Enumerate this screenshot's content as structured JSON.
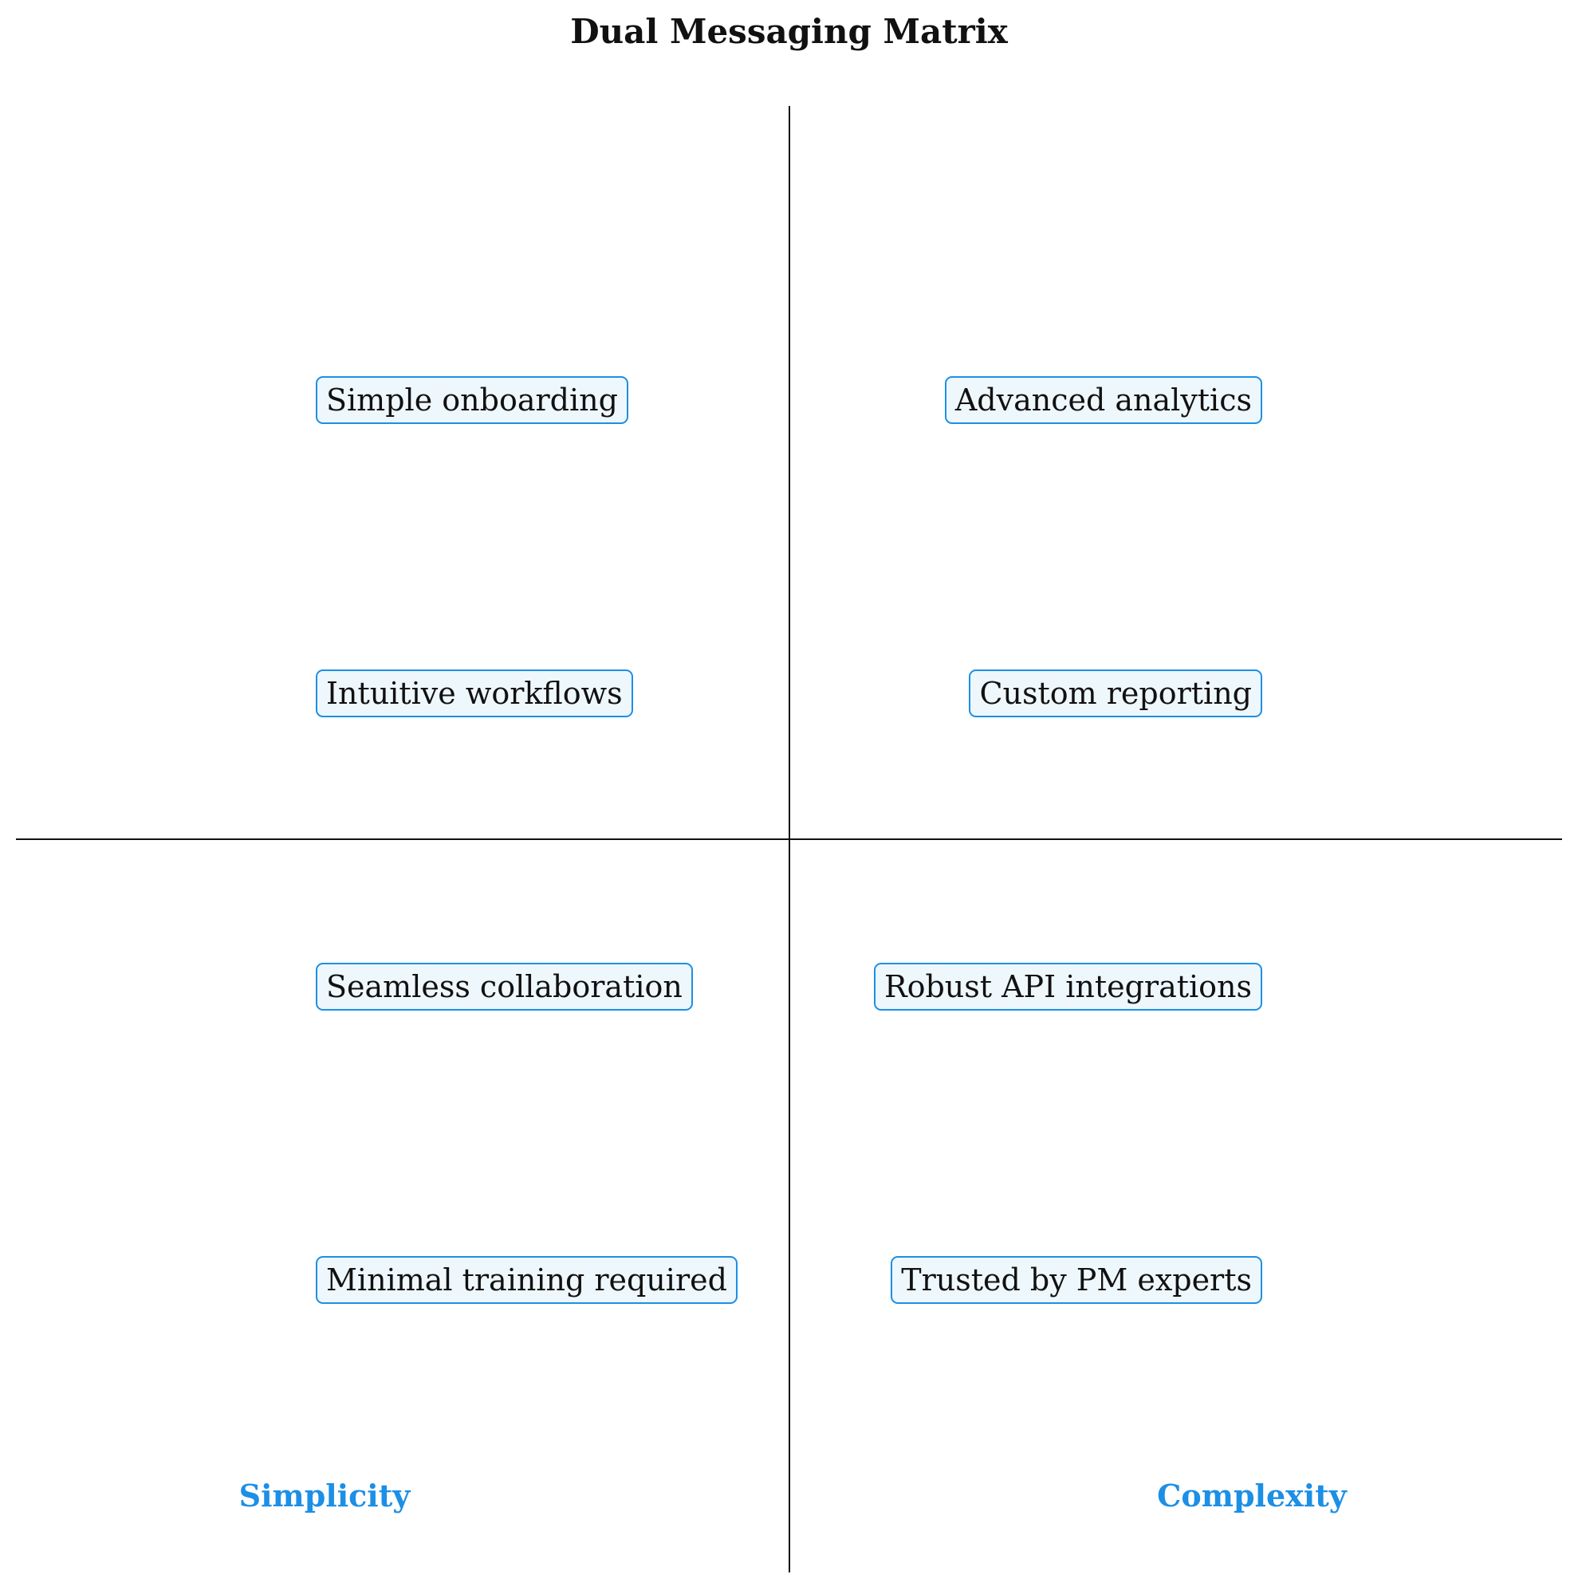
{
  "title": "Dual Messaging Matrix",
  "accent_color": "#1c8fe6",
  "box_fill_color": "#eef7fc",
  "quadrant_labels": {
    "left": "Simplicity",
    "right": "Complexity"
  },
  "messages": {
    "left": [
      "Simple onboarding",
      "Intuitive workflows",
      "Seamless collaboration",
      "Minimal training required"
    ],
    "right": [
      "Advanced analytics",
      "Custom reporting",
      "Robust API integrations",
      "Trusted by PM experts"
    ]
  }
}
